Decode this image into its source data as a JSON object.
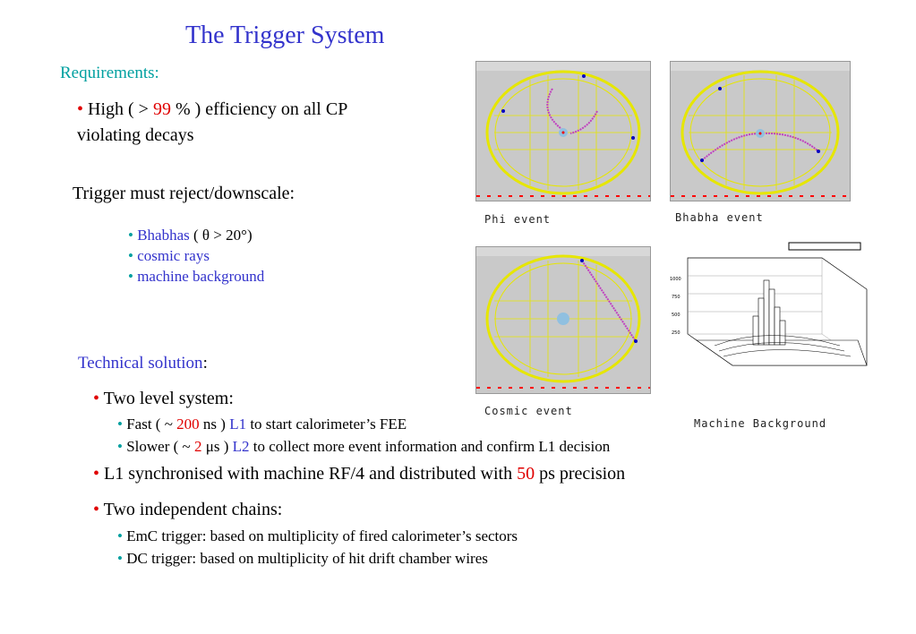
{
  "title": "The Trigger System",
  "requirements": {
    "heading": "Requirements:",
    "high_prefix": "High ( > ",
    "high_value": "99",
    "high_suffix": " % ) efficiency on all CP",
    "high_line2": "violating decays",
    "reject_heading": "Trigger must reject/downscale:",
    "reject_items": [
      {
        "label": "Bhabhas",
        "suffix": " ( θ > 20°)"
      },
      {
        "label": " cosmic rays",
        "suffix": ""
      },
      {
        "label": "machine background",
        "suffix": ""
      }
    ]
  },
  "technical": {
    "heading": "Technical solution",
    "colon": ":",
    "two_level": "Two level system:",
    "fast_prefix": "Fast ( ~ ",
    "fast_value": "200",
    "fast_mid": " ns ) ",
    "fast_level": "L1",
    "fast_suffix": " to start calorimeter’s FEE",
    "slower_prefix": "Slower ( ~  ",
    "slower_value": "2",
    "slower_mid": " μs ) ",
    "slower_level": "L2",
    "slower_suffix": " to collect more event information and confirm L1 decision",
    "sync_prefix": "L1 synchronised with machine RF/4 and  distributed with ",
    "sync_value": "50",
    "sync_suffix": " ps precision",
    "chains": "Two independent chains:",
    "emc": "EmC trigger: based on multiplicity of fired calorimeter’s sectors",
    "dc": "DC trigger:    based on multiplicity of hit drift chamber wires"
  },
  "figures": {
    "phi_caption": "Phi event",
    "bhabha_caption": "Bhabha event",
    "cosmic_caption": "Cosmic event",
    "background_caption": "Machine Background"
  },
  "colors": {
    "blue": "#3333cc",
    "teal": "#00a0a0",
    "red": "#e00000"
  }
}
